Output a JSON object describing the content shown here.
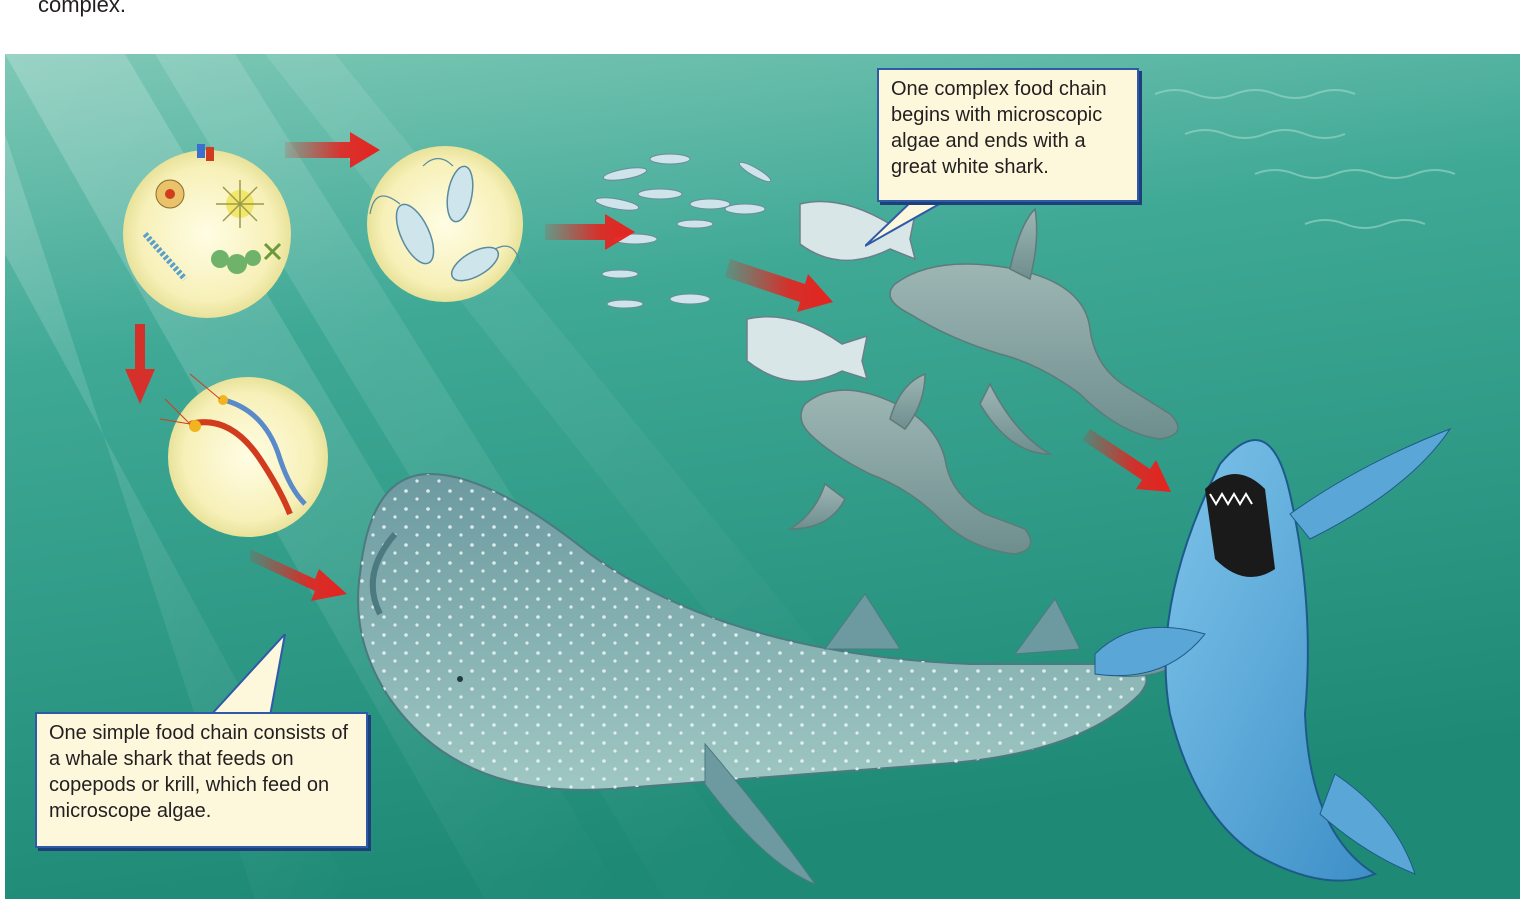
{
  "header": {
    "partial_text": "complex."
  },
  "callouts": {
    "complex_chain": "One complex food chain begins with microscopic algae and ends with a great white shark.",
    "simple_chain": "One simple food chain consists of a whale shark that feeds on copepods or krill, which feed on microscope algae."
  },
  "icons": {
    "algae": "microscopic-algae-icon",
    "copepods": "copepods-icon",
    "krill": "krill-icon",
    "small_fish": "small-fish-icon",
    "larger_fish": "larger-fish-icon",
    "sea_lion": "sea-lion-icon",
    "whale_shark": "whale-shark-icon",
    "great_white_shark": "great-white-shark-icon",
    "arrow": "energy-flow-arrow-icon"
  },
  "colors": {
    "ocean": "#2f9a8a",
    "ocean_deep": "#1f7f70",
    "arrow": "#e5231f",
    "callout_fill": "#fdf8dc",
    "callout_border": "#2f5aa8"
  }
}
